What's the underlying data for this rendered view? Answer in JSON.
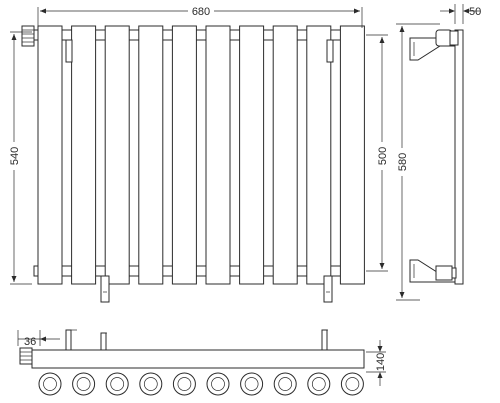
{
  "dimensions": {
    "overall_width": "680",
    "depth": "50",
    "overall_height_left": "540",
    "axle_distance": "500",
    "side_height": "580",
    "valve_offset": "36",
    "plan_depth": "140"
  },
  "front_view": {
    "column_count": 10
  },
  "plan_view": {
    "tube_count": 10
  }
}
